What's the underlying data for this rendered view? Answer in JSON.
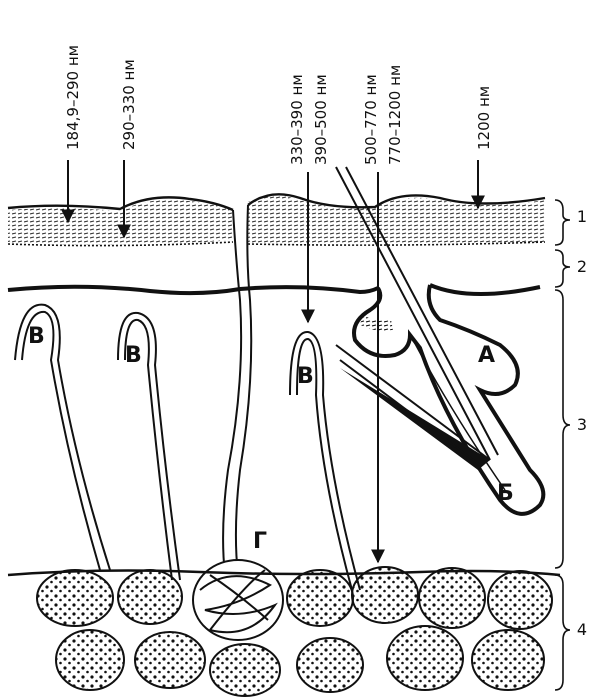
{
  "wavelength_labels": [
    "184,9–290 нм",
    "290–330 нм",
    "330–390 нм",
    "390–500 нм",
    "500–770 нм",
    "770–1200 нм",
    "1200 нм"
  ],
  "layer_labels": [
    "1",
    "2",
    "3",
    "4"
  ],
  "structure_labels": {
    "A": "А",
    "B": "Б",
    "V": "В",
    "G": "Г"
  },
  "colors": {
    "ink": "#111111",
    "paper": "#ffffff"
  }
}
